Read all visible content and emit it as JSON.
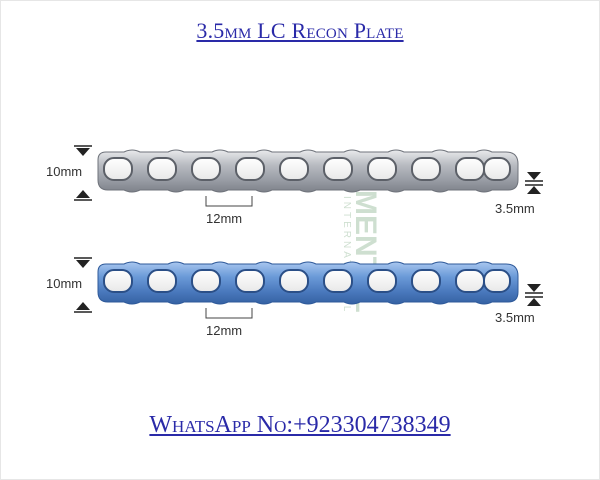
{
  "title": "3.5mm LC Recon Plate",
  "footer": "WhatsApp No:+923304738349",
  "watermark": {
    "main": "MENTAL",
    "sub": "INTERNATIONAL"
  },
  "plates": [
    {
      "finish": "silver",
      "color": "#b9bcc2",
      "hole_count": 10,
      "width_label": "10mm",
      "hole_spacing_label": "12mm",
      "thickness_label": "3.5mm"
    },
    {
      "finish": "blue",
      "color": "#5f8fd0",
      "hole_count": 10,
      "width_label": "10mm",
      "hole_spacing_label": "12mm",
      "thickness_label": "3.5mm"
    }
  ]
}
